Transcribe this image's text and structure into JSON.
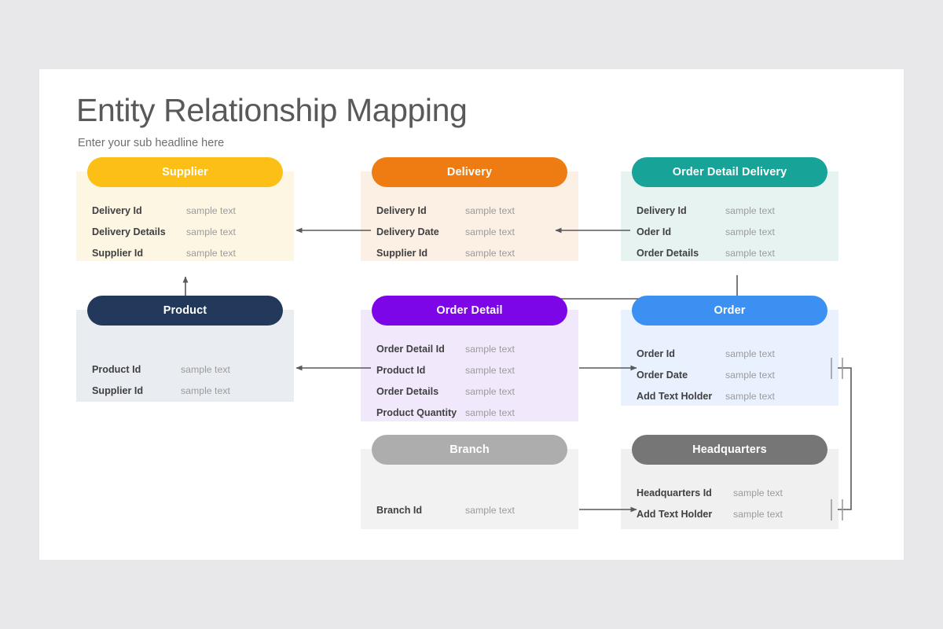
{
  "slide": {
    "title": "Entity Relationship Mapping",
    "subtitle": "Enter your sub headline here",
    "background": "#e8e8ea",
    "canvas": "#ffffff"
  },
  "entities": [
    {
      "id": "supplier",
      "title": "Supplier",
      "header_color": "#fcbf16",
      "body_color": "#fdf6e3",
      "rows": [
        {
          "key": "Delivery Id",
          "value": "sample text"
        },
        {
          "key": "Delivery Details",
          "value": "sample text"
        },
        {
          "key": "Supplier Id",
          "value": "sample text"
        }
      ]
    },
    {
      "id": "delivery",
      "title": "Delivery",
      "header_color": "#ef7b13",
      "body_color": "#fcefe4",
      "rows": [
        {
          "key": "Delivery Id",
          "value": "sample text"
        },
        {
          "key": "Delivery Date",
          "value": "sample text"
        },
        {
          "key": "Supplier Id",
          "value": "sample text"
        }
      ]
    },
    {
      "id": "order-detail-delivery",
      "title": "Order Detail Delivery",
      "header_color": "#17a398",
      "body_color": "#e7f3f1",
      "rows": [
        {
          "key": "Delivery Id",
          "value": "sample text"
        },
        {
          "key": "Oder Id",
          "value": "sample text"
        },
        {
          "key": "Order Details",
          "value": "sample text"
        }
      ]
    },
    {
      "id": "product",
      "title": "Product",
      "header_color": "#23395b",
      "body_color": "#e9ecf0",
      "rows": [
        {
          "key": "Product Id",
          "value": "sample text"
        },
        {
          "key": "Supplier Id",
          "value": "sample text"
        }
      ]
    },
    {
      "id": "order-detail",
      "title": "Order Detail",
      "header_color": "#7d06e8",
      "body_color": "#f2e8fc",
      "rows": [
        {
          "key": "Order Detail Id",
          "value": "sample text"
        },
        {
          "key": "Product Id",
          "value": "sample text"
        },
        {
          "key": "Order Details",
          "value": "sample text"
        },
        {
          "key": "Product Quantity",
          "value": "sample text"
        }
      ]
    },
    {
      "id": "order",
      "title": "Order",
      "header_color": "#3b90f2",
      "body_color": "#e8f1fd",
      "rows": [
        {
          "key": "Order Id",
          "value": "sample text"
        },
        {
          "key": "Order Date",
          "value": "sample text"
        },
        {
          "key": "Add Text Holder",
          "value": "sample text"
        }
      ]
    },
    {
      "id": "branch",
      "title": "Branch",
      "header_color": "#adadad",
      "body_color": "#f2f2f2",
      "rows": [
        {
          "key": "Branch Id",
          "value": "sample text"
        }
      ]
    },
    {
      "id": "headquarters",
      "title": "Headquarters",
      "header_color": "#767676",
      "body_color": "#f0f0f0",
      "rows": [
        {
          "key": "Headquarters Id",
          "value": "sample text"
        },
        {
          "key": "Add Text Holder",
          "value": "sample text"
        }
      ]
    }
  ],
  "relationships": [
    {
      "from": "delivery",
      "to": "supplier",
      "type": "arrow",
      "direction": "left"
    },
    {
      "from": "order-detail-delivery",
      "to": "delivery",
      "type": "arrow",
      "direction": "left"
    },
    {
      "from": "product",
      "to": "supplier",
      "type": "arrow",
      "direction": "up"
    },
    {
      "from": "order-detail-delivery",
      "to": "order-detail",
      "type": "elbow-arrow",
      "direction": "down-left"
    },
    {
      "from": "order-detail",
      "to": "product",
      "type": "arrow",
      "direction": "left"
    },
    {
      "from": "order-detail",
      "to": "order",
      "type": "arrow",
      "direction": "right"
    },
    {
      "from": "branch",
      "to": "headquarters",
      "type": "arrow",
      "direction": "right"
    },
    {
      "from": "order",
      "to": "headquarters",
      "type": "bracket",
      "notation": "one-and-only-one"
    }
  ],
  "colors": {
    "line": "#58595b",
    "title_text": "#58595b",
    "key_text": "#404042",
    "value_text": "#9b9b9e"
  }
}
